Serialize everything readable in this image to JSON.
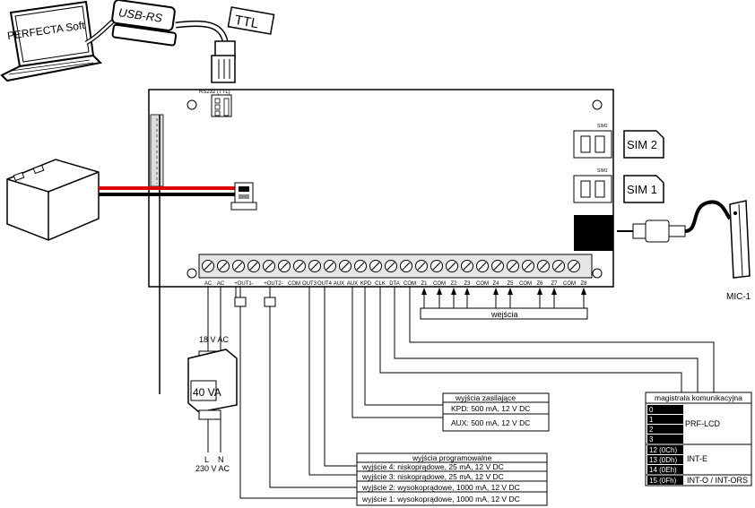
{
  "laptop": {
    "software": "PERFECTA Soft"
  },
  "converter": {
    "label": "USB-RS",
    "ttl": "TTL"
  },
  "board": {
    "rs232": "RS232 (TTL)",
    "sim2_slot": "SIM2",
    "sim1_slot": "SIM1"
  },
  "sim": {
    "sim2": "SIM 2",
    "sim1": "SIM 1"
  },
  "mic": {
    "label": "MIC-1"
  },
  "transformer": {
    "secondary": "18 V AC",
    "rating": "40 VA",
    "L": "L",
    "N": "N",
    "mains": "230 V AC"
  },
  "terminals": [
    "AC",
    "AC",
    "+OUT1-",
    "+OUT2-",
    "COM",
    "OUT3",
    "OUT4",
    "AUX",
    "AUX",
    "KPD",
    "CLK",
    "DTA",
    "COM",
    "Z1",
    "COM",
    "Z2",
    "Z3",
    "COM",
    "Z4",
    "Z5",
    "COM",
    "Z6",
    "Z7",
    "COM",
    "Z8"
  ],
  "inputs": {
    "label": "wejścia"
  },
  "supply": {
    "title": "wyjścia zasilające",
    "kpd": "KPD: 500 mA, 12 V DC",
    "aux": "AUX: 500 mA, 12 V DC"
  },
  "programmable": {
    "title": "wyjścia programowalne",
    "rows": [
      "wyjście 4: niskoprądowe, 25 mA, 12 V DC",
      "wyjście 3: niskoprądowe, 25 mA, 12 V DC",
      "wyjście 2: wysokoprądowe, 1000 mA, 12 V DC",
      "wyjście 1: wysokoprądowe, 1000 mA, 12 V DC"
    ]
  },
  "bus": {
    "title": "magistrala komunikacyjna",
    "addresses": [
      "0",
      "1",
      "2",
      "3",
      "12 (0Ch)",
      "13 (0Dh)",
      "14 (0Eh)",
      "15 (0Fh)"
    ],
    "groups": [
      "PRF-LCD",
      "INT-E",
      "INT-O / INT-ORS"
    ]
  }
}
